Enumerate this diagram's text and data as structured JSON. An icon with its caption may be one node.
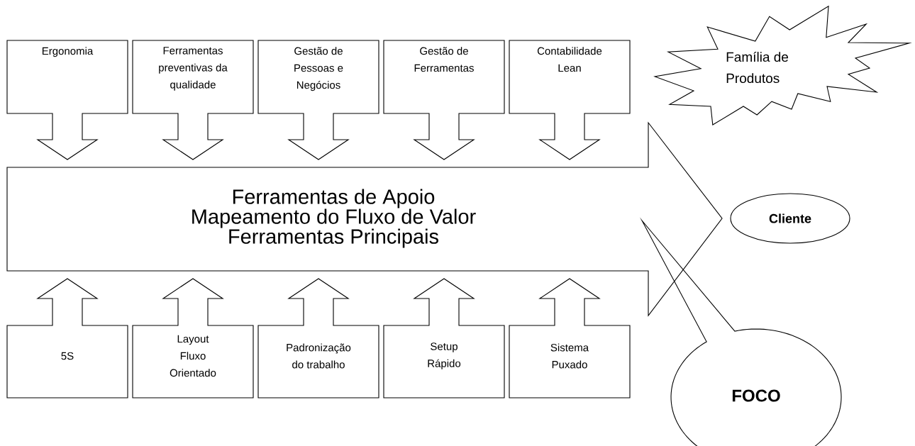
{
  "diagram": {
    "nodes": [
      {
        "text": [
          "Ergonomia"
        ]
      },
      {
        "text": [
          "Ferramentas preventivas da qualidade"
        ]
      },
      {
        "text": [
          "Gestão de Pessoas e Negócios"
        ]
      },
      {
        "text": [
          "Gestão de Ferramentas"
        ]
      },
      {
        "text": [
          "Contabilidade Lean"
        ]
      },
      {
        "text": [
          "Família de Produtos"
        ]
      },
      {
        "text": [
          "Ferramentas de Apoio",
          "Mapeamento do Fluxo de Valor",
          "Ferramentas Principais"
        ]
      },
      {
        "text": [
          "Cliente"
        ]
      },
      {
        "text": [
          "5S"
        ]
      },
      {
        "text": [
          "Layout Fluxo Orientado"
        ]
      },
      {
        "text": [
          "Padronização do trabalho"
        ]
      },
      {
        "text": [
          "Setup Rápido"
        ]
      },
      {
        "text": [
          "Sistema Puxado"
        ]
      },
      {
        "text": [
          "FOCO"
        ]
      }
    ]
  }
}
